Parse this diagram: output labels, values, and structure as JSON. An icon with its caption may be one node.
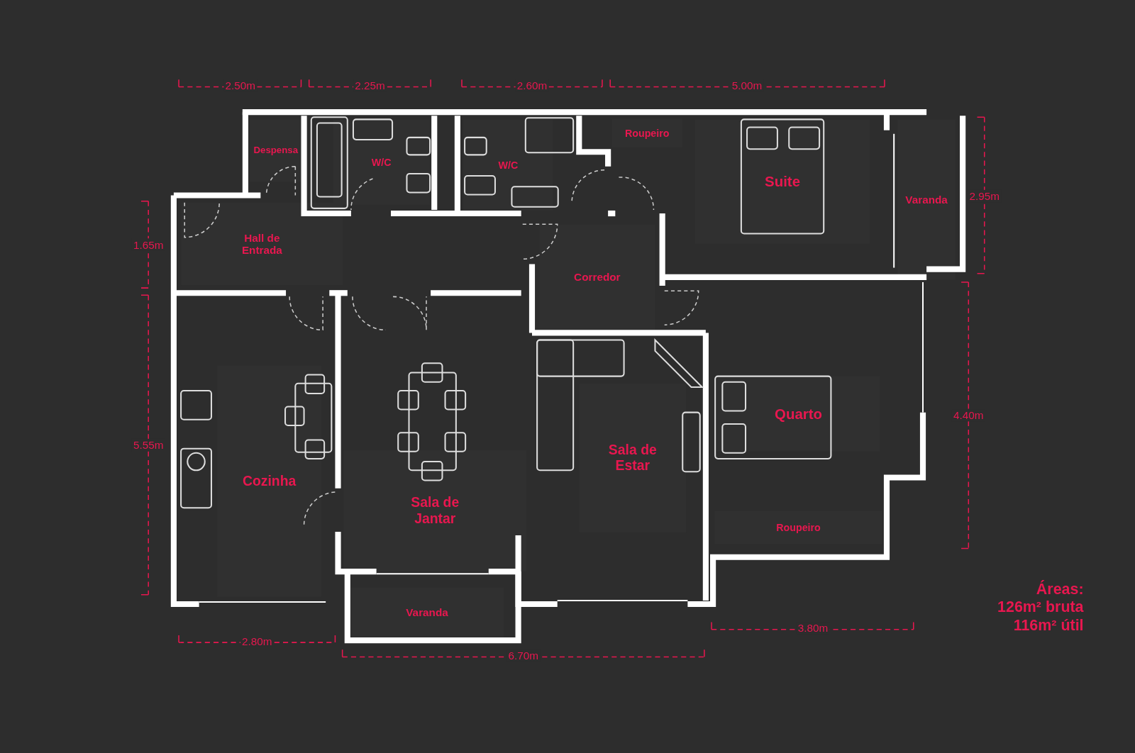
{
  "diagram": {
    "nodes": [
      {
        "text": [
          "Despensa"
        ]
      },
      {
        "text": [
          "W/C"
        ]
      },
      {
        "text": [
          "W/C"
        ]
      },
      {
        "text": [
          "Roupeiro"
        ]
      },
      {
        "text": [
          "Suite"
        ]
      },
      {
        "text": [
          "Varanda"
        ]
      },
      {
        "text": [
          "Hall de Entrada"
        ]
      },
      {
        "text": [
          "Corredor"
        ]
      },
      {
        "text": [
          "Cozinha"
        ]
      },
      {
        "text": [
          "Sala de Jantar"
        ]
      },
      {
        "text": [
          "Sala de Estar"
        ]
      },
      {
        "text": [
          "Quarto"
        ]
      },
      {
        "text": [
          "Roupeiro"
        ]
      },
      {
        "text": [
          "Varanda"
        ]
      }
    ],
    "edges": [],
    "labels": [
      "2.50m",
      "2.25m",
      "2.60m",
      "5.00m",
      "2.95m",
      "1.65m",
      "4.40m",
      "5.55m",
      "Áreas:",
      "126m² bruta",
      "116m² útil",
      "3.80m",
      "2.80m",
      "6.70m"
    ]
  }
}
